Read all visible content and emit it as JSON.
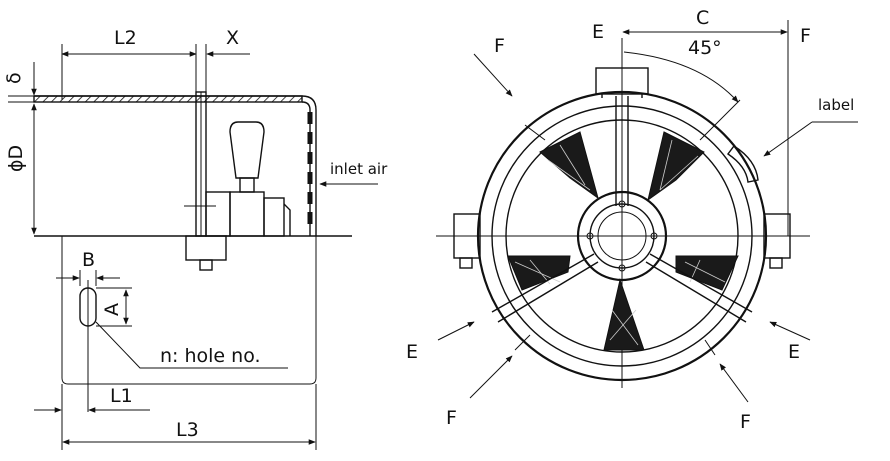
{
  "labels": {
    "L2": "L2",
    "X": "X",
    "delta": "δ",
    "phiD": "ϕD",
    "inlet_air": "inlet air",
    "B": "B",
    "A": "A",
    "hole_note": "n: hole no.",
    "L1": "L1",
    "L3": "L3",
    "E_top": "E",
    "C": "C",
    "F_top_right": "F",
    "F_top_left": "F",
    "angle": "45°",
    "label_tag": "label",
    "E_left": "E",
    "E_right": "E",
    "F_bottom_left": "F",
    "F_bottom_right": "F"
  }
}
